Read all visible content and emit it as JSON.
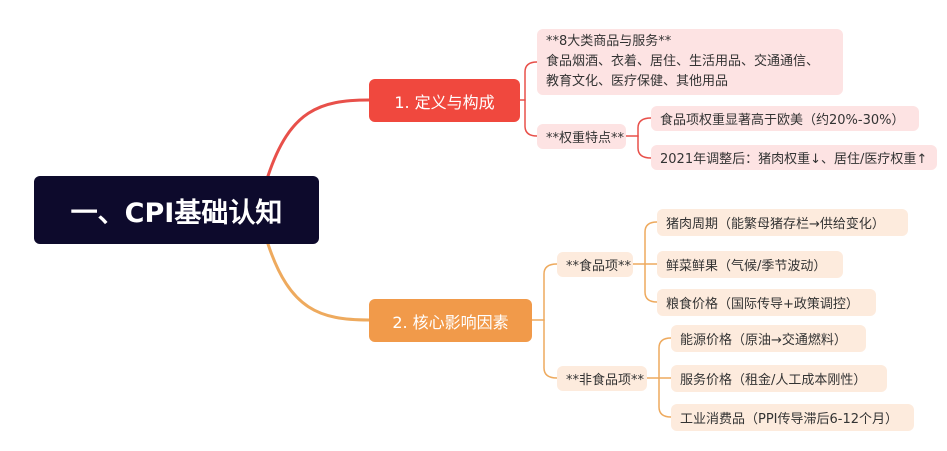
{
  "root": {
    "label": "一、CPI基础认知"
  },
  "colors": {
    "root_bg": "#0d0a2c",
    "branch1": "#f0483e",
    "branch2": "#f19a4a",
    "leaf1": "#fde3e3",
    "leaf2": "#fdebdd",
    "edge1": "#e8504a",
    "edge2": "#eeaa5e"
  },
  "branch1": {
    "label": "1. 定义与构成",
    "categories": {
      "lines": [
        "**8大类商品与服务**",
        "食品烟酒、衣着、居住、生活用品、交通通信、",
        "教育文化、医疗保健、其他用品"
      ]
    },
    "weights": {
      "label": "**权重特点**",
      "items": [
        "食品项权重显著高于欧美（约20%-30%）",
        "2021年调整后：猪肉权重↓、居住/医疗权重↑"
      ]
    }
  },
  "branch2": {
    "label": "2. 核心影响因素",
    "food": {
      "label": "**食品项**",
      "items": [
        "猪肉周期（能繁母猪存栏→供给变化）",
        "鲜菜鲜果（气候/季节波动）",
        "粮食价格（国际传导+政策调控）"
      ]
    },
    "nonfood": {
      "label": "**非食品项**",
      "items": [
        "能源价格（原油→交通燃料）",
        "服务价格（租金/人工成本刚性）",
        "工业消费品（PPI传导滞后6-12个月）"
      ]
    }
  }
}
